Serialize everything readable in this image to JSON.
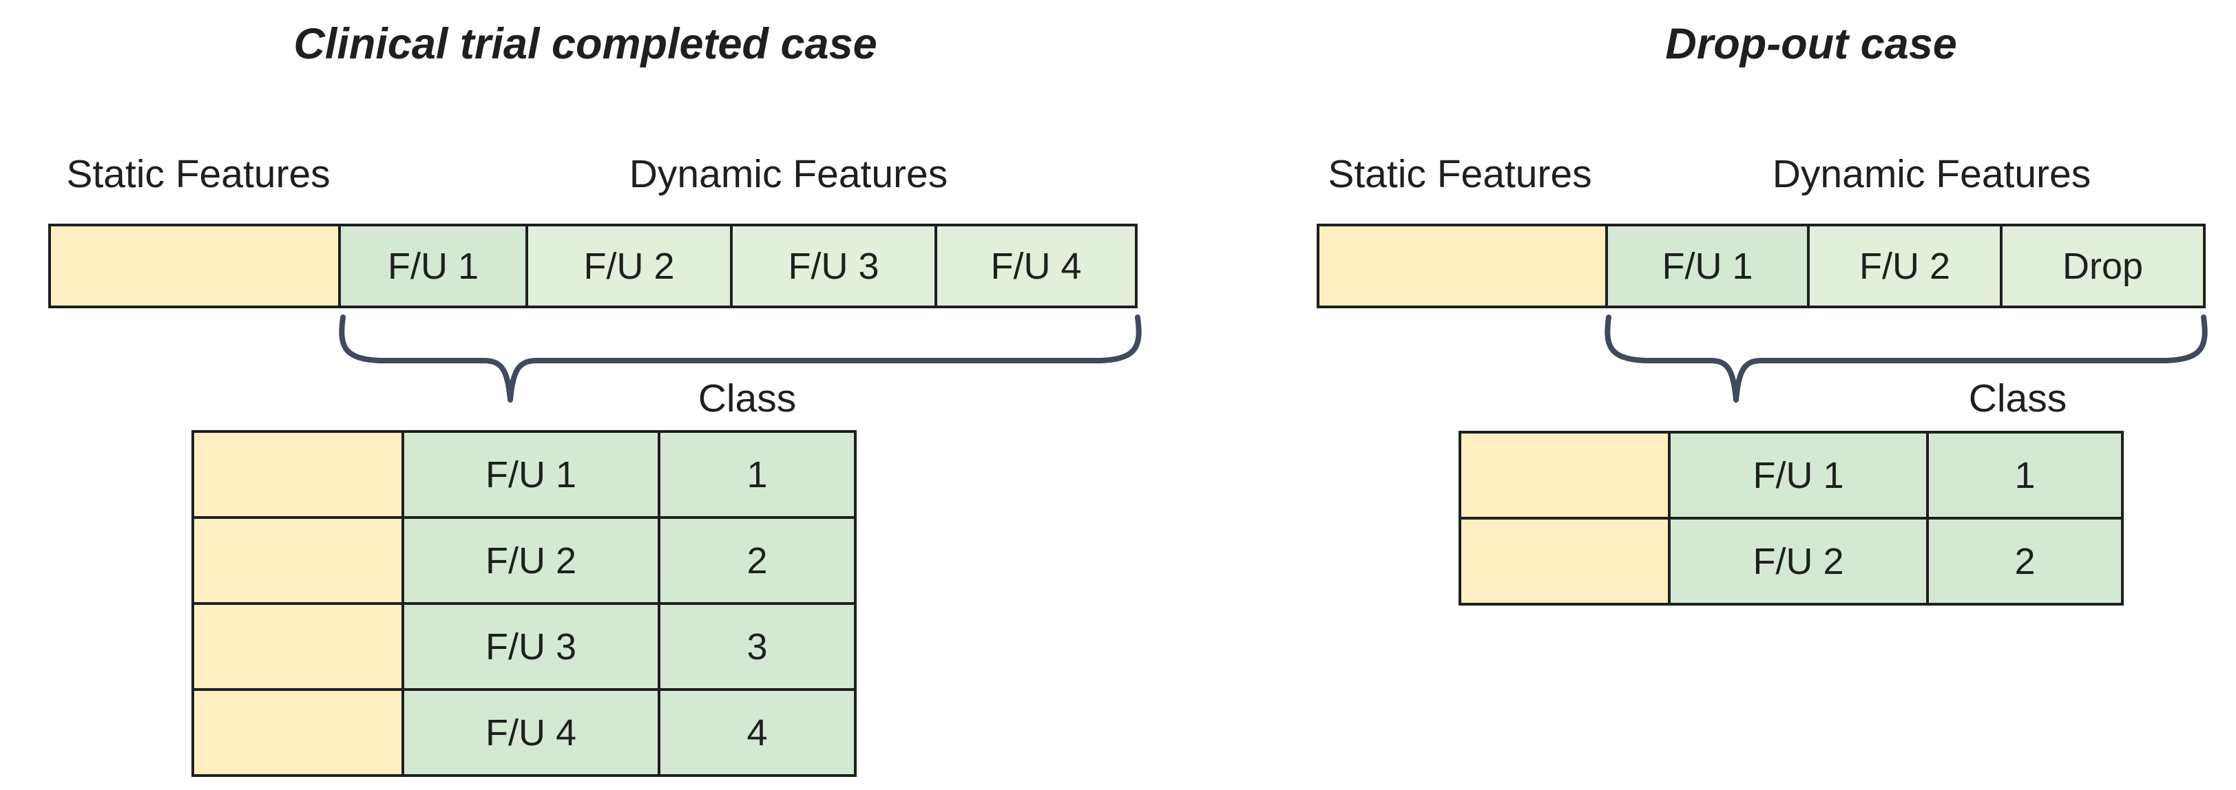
{
  "colors": {
    "ink": "#1f1f1f",
    "static_fill": "#ffeec1",
    "dynamic_fill_first": "#d5e8d4",
    "dynamic_fill_rest": "#e2efda",
    "table_fill_green": "#d5e8d4",
    "brace": "#3f4a5c",
    "background": "#ffffff"
  },
  "left": {
    "title": "Clinical trial completed case",
    "labels": {
      "static": "Static Features",
      "dynamic": "Dynamic Features",
      "class": "Class"
    },
    "bar": {
      "cells": [
        {
          "label": "F/U 1"
        },
        {
          "label": "F/U 2"
        },
        {
          "label": "F/U 3"
        },
        {
          "label": "F/U 4"
        }
      ]
    },
    "table": {
      "rows": [
        {
          "fu": "F/U 1",
          "cls": "1"
        },
        {
          "fu": "F/U 2",
          "cls": "2"
        },
        {
          "fu": "F/U 3",
          "cls": "3"
        },
        {
          "fu": "F/U 4",
          "cls": "4"
        }
      ]
    }
  },
  "right": {
    "title": "Drop-out case",
    "labels": {
      "static": "Static Features",
      "dynamic": "Dynamic Features",
      "class": "Class"
    },
    "bar": {
      "cells": [
        {
          "label": "F/U 1"
        },
        {
          "label": "F/U 2"
        },
        {
          "label": "Drop"
        }
      ]
    },
    "table": {
      "rows": [
        {
          "fu": "F/U 1",
          "cls": "1"
        },
        {
          "fu": "F/U 2",
          "cls": "2"
        }
      ]
    }
  }
}
